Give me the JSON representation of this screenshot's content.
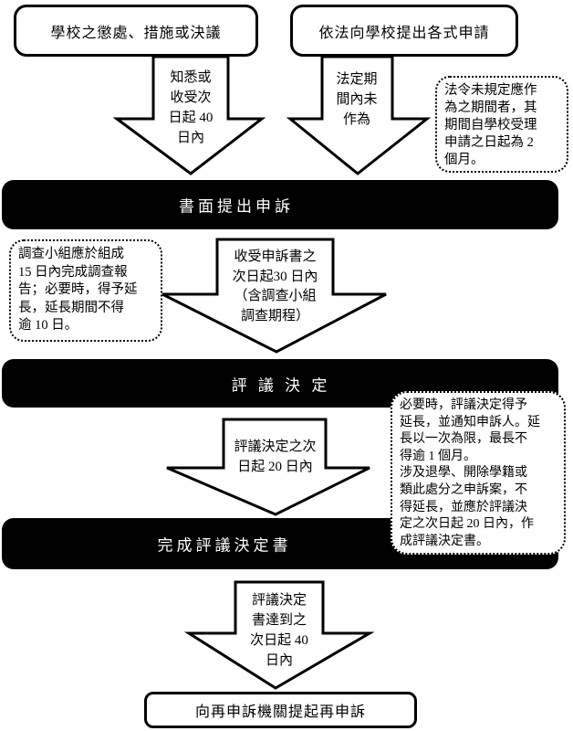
{
  "flowchart": {
    "start_left": "學校之懲處、措施或決議",
    "start_right": "依法向學校提出各式申請",
    "arrow_1": "知悉或\n收受次\n日起 40\n日內",
    "arrow_2": "法定期\n間內未\n作為",
    "note_statutory_period": "法令未規定應作\n為之期間者，其\n期間自學校受理\n申請之日起為 2\n個月。",
    "stage_1": "書面提出申訴",
    "note_investigation": "調查小組應於組成\n15 日內完成調查報\n告；必要時，得予延\n長，延長期間不得\n逾 10 日。",
    "arrow_3": "收受申訴書之\n次日起30 日內\n（含調查小組\n調查期程）",
    "stage_2": "評 議 決 定",
    "arrow_4": "評議決定之次\n日起 20 日內",
    "note_extension": "必要時，評議決定得予\n延長，並通知申訴人。延\n長以一次為限，最長不\n得逾 1 個月。\n涉及退學、開除學籍或\n類此處分之申訴案，不\n得延長，並應於評議決\n定之次日起 20 日內，作\n成評議決定書。",
    "stage_3": "完成評議決定書",
    "arrow_5": "評議決定\n書達到之\n次日起 40\n日內",
    "end_box": "向再申訴機關提起再申訴"
  },
  "colors": {
    "stage_bar_bg": "#000000",
    "stage_bar_text": "#ffffff",
    "border": "#000000",
    "background": "#ffffff"
  }
}
